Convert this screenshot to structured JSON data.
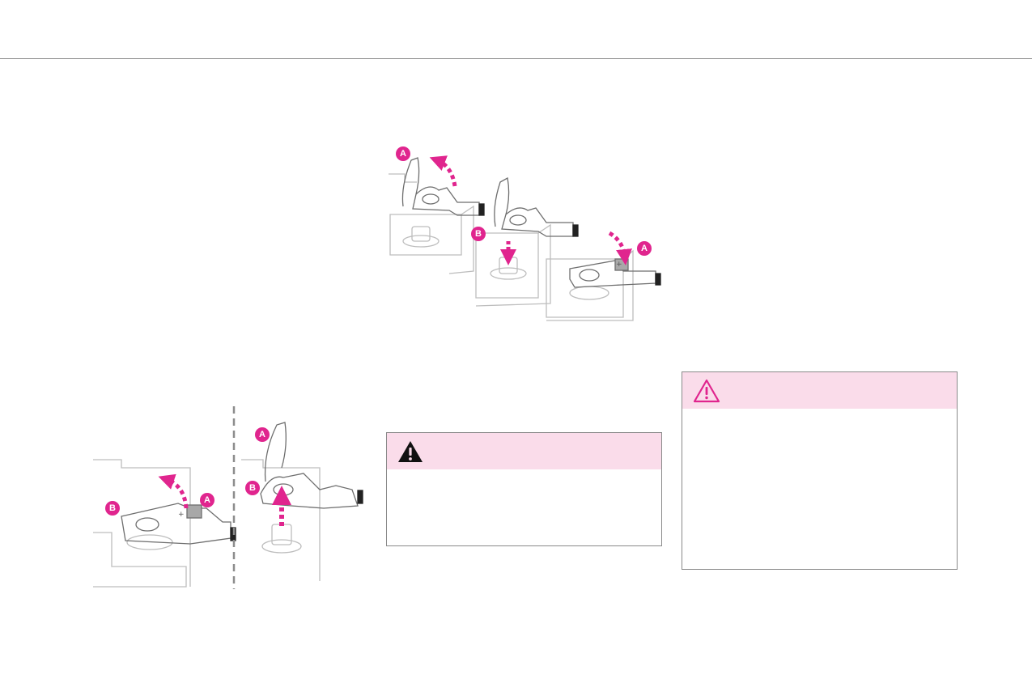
{
  "colors": {
    "accent": "#e0258e",
    "warning_band": "#fadcea",
    "line_art": "#6e6e6e",
    "light_line": "#bdbdbd",
    "rule": "#8c8c8c"
  },
  "figure_top": {
    "callouts": [
      "A",
      "B",
      "A"
    ]
  },
  "figure_bottom": {
    "callouts": [
      "B",
      "A",
      "A",
      "B"
    ]
  },
  "warning_box_1": {
    "icon": "warning-triangle-filled-icon",
    "body_text": ""
  },
  "warning_box_2": {
    "icon": "warning-triangle-outline-icon",
    "body_text": ""
  }
}
